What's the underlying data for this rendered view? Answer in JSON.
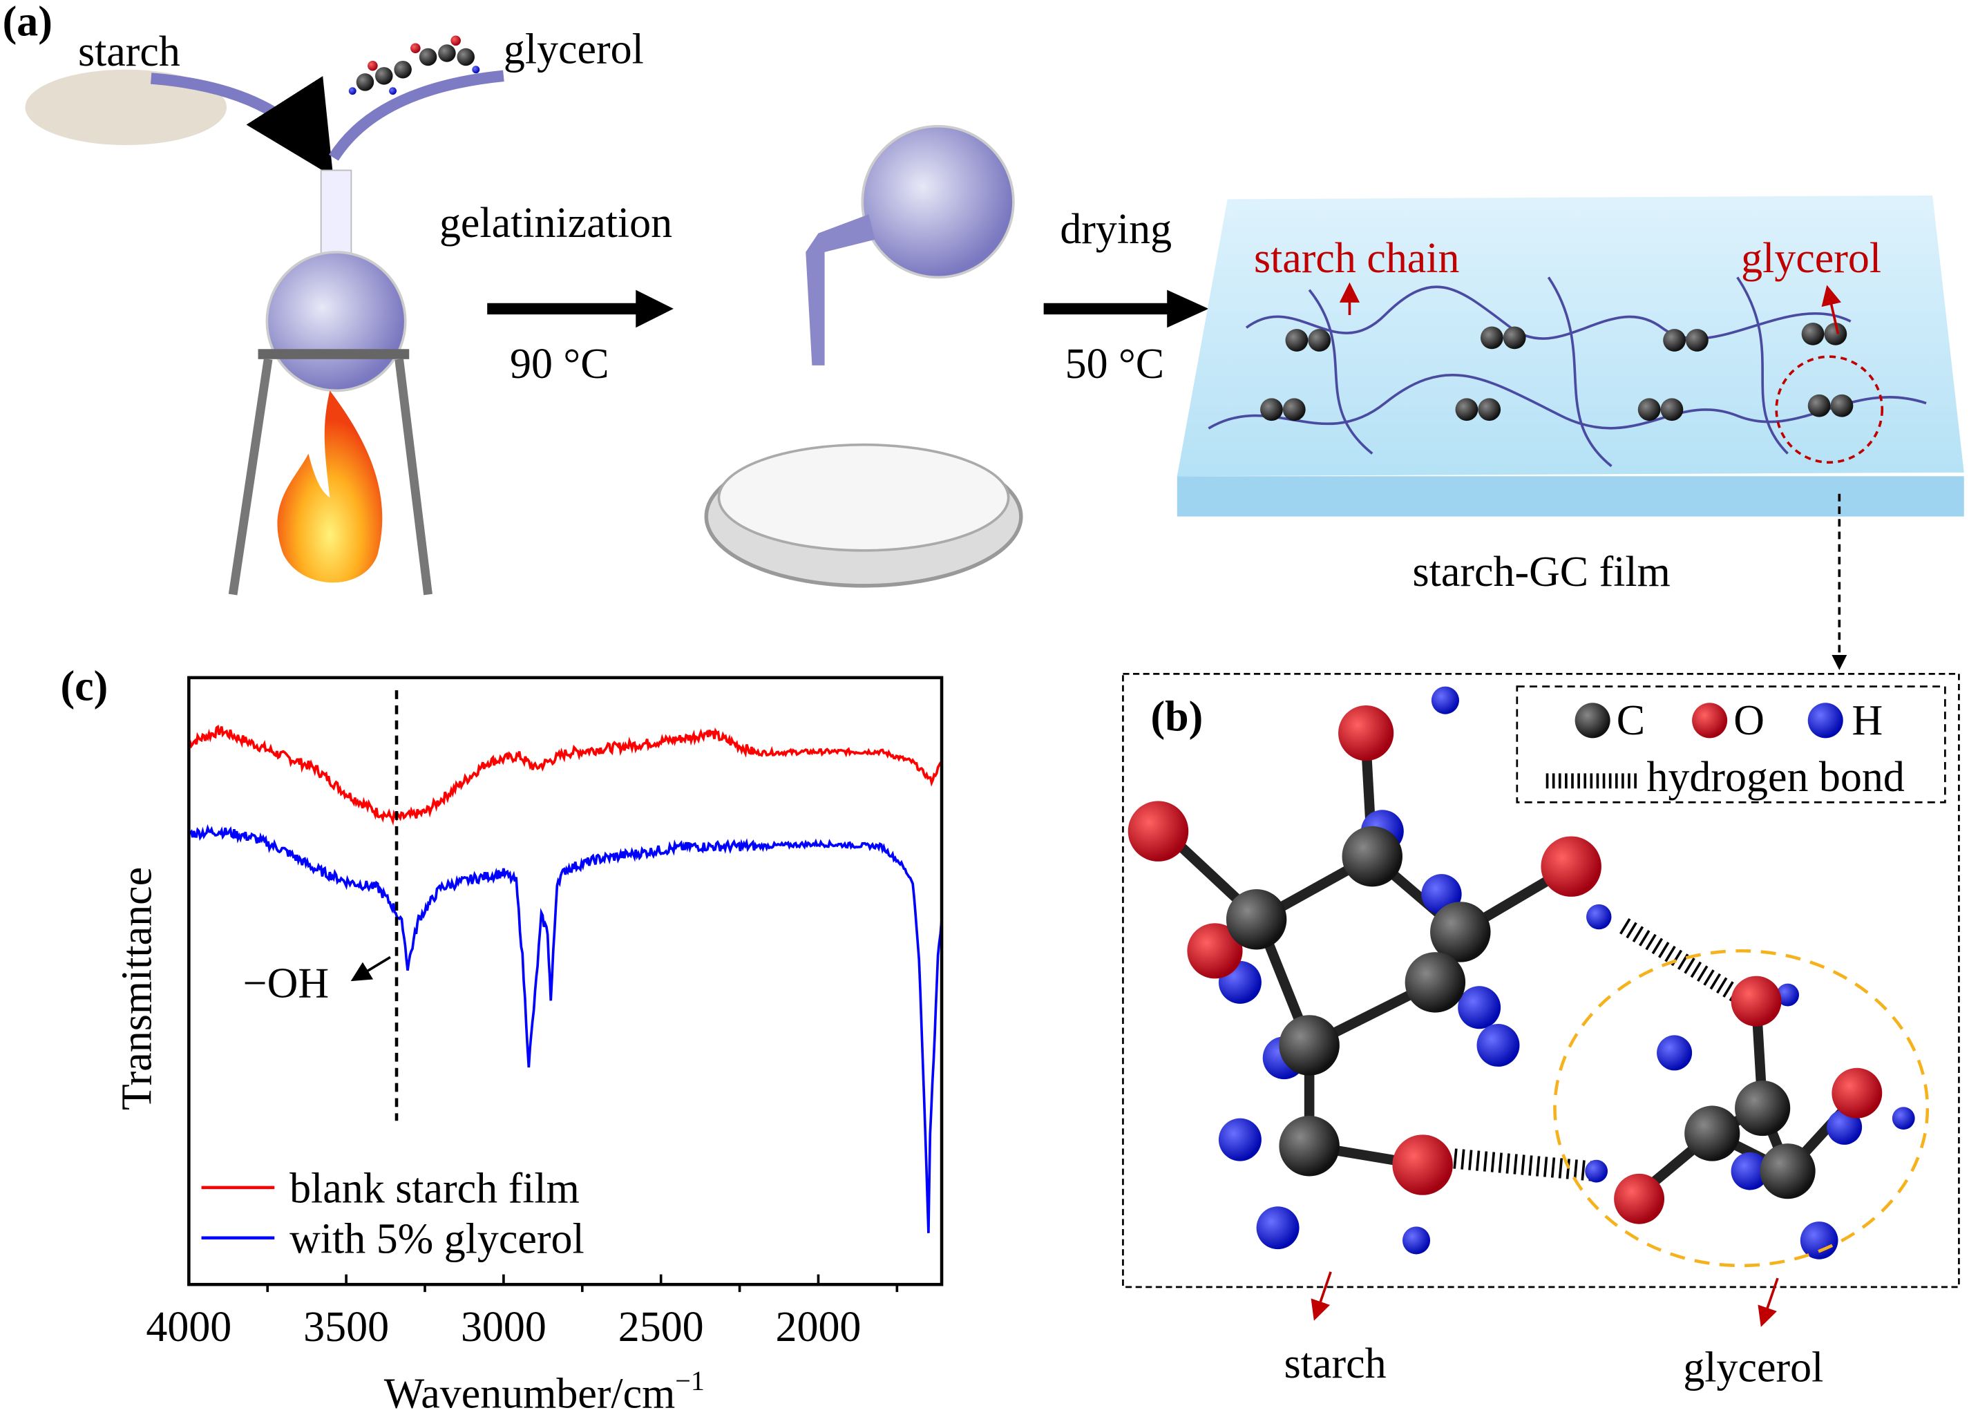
{
  "panel_a": {
    "label": "(a)",
    "starch": "starch",
    "glycerol": "glycerol",
    "step1": "gelatinization",
    "step1_temp": "90 °C",
    "step2": "drying",
    "step2_temp": "50 °C",
    "starch_chain": "starch chain",
    "glycerol_film": "glycerol",
    "film": "starch-GC film"
  },
  "panel_b": {
    "label": "(b)",
    "legend": {
      "c": "C",
      "o": "O",
      "h": "H",
      "hbond": "hydrogen bond"
    },
    "starch": "starch",
    "glycerol": "glycerol",
    "colors": {
      "C": "#1a1a1a",
      "O": "#d00010",
      "H": "#0a10e0",
      "ring": "#f5b21c"
    }
  },
  "panel_c": {
    "label": "(c)",
    "annotation": "−OH"
  },
  "chart_data": {
    "type": "line",
    "xlabel": "Wavenumber/cm",
    "xlabel_sup": "−1",
    "ylabel": "Transmittance",
    "xlim": [
      4000,
      1608
    ],
    "ylim": [
      0,
      100
    ],
    "xticks": [
      4000,
      3500,
      3000,
      2500,
      2000
    ],
    "minor_xticks": [
      3750,
      3250,
      2750,
      2250,
      1750
    ],
    "xtick_labels": [
      "4000",
      "3500",
      "3000",
      "2500",
      "2000"
    ],
    "reference_line_x": 3340,
    "legend_position": "bottom-left",
    "series": [
      {
        "name": "blank starch film",
        "color": "#ff0000",
        "x": [
          4000,
          3900,
          3800,
          3700,
          3600,
          3500,
          3400,
          3340,
          3250,
          3150,
          3050,
          2950,
          2900,
          2800,
          2600,
          2400,
          2350,
          2200,
          2000,
          1800,
          1700,
          1640,
          1608
        ],
        "y": [
          89.2,
          91.3,
          89.2,
          87.1,
          85.1,
          80.9,
          77.8,
          76.8,
          77.8,
          81.9,
          86.1,
          87.1,
          85.1,
          87.6,
          88.8,
          90.2,
          91.0,
          87.6,
          87.8,
          87.8,
          86.1,
          83.0,
          86.1
        ]
      },
      {
        "name": "with 5% glycerol",
        "color": "#0000ff",
        "x": [
          4000,
          3900,
          3800,
          3700,
          3600,
          3500,
          3400,
          3350,
          3320,
          3305,
          3270,
          3200,
          3100,
          3000,
          2960,
          2940,
          2920,
          2900,
          2880,
          2860,
          2850,
          2830,
          2800,
          2700,
          2500,
          2400,
          2200,
          2000,
          1800,
          1740,
          1700,
          1680,
          1660,
          1650,
          1645,
          1630,
          1620,
          1608
        ],
        "y": [
          74.3,
          74.7,
          73.7,
          71.6,
          68.5,
          66.4,
          65.4,
          62.2,
          59.1,
          52.3,
          60.2,
          65.4,
          66.8,
          67.8,
          66.4,
          53.9,
          36.3,
          47.7,
          60.6,
          58.1,
          46.7,
          66.4,
          68.5,
          70.1,
          71.6,
          72.2,
          72.2,
          72.6,
          72.2,
          69.5,
          66.4,
          53.9,
          24.9,
          8.3,
          24.9,
          41.5,
          53.9,
          60.2
        ]
      }
    ]
  }
}
